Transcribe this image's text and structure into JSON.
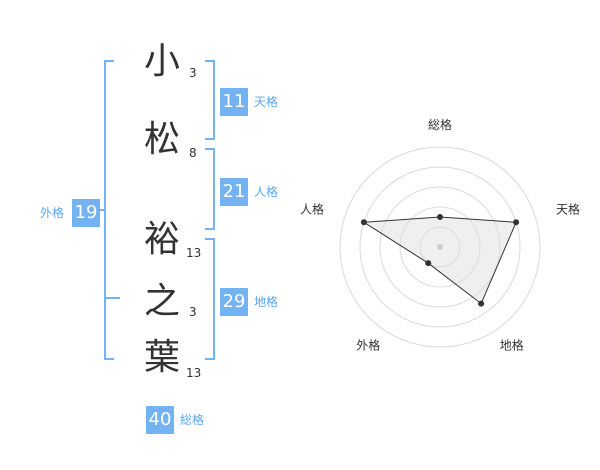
{
  "name": {
    "chars": [
      {
        "kanji": "小",
        "strokes": "3"
      },
      {
        "kanji": "松",
        "strokes": "8"
      },
      {
        "kanji": "裕",
        "strokes": "13"
      },
      {
        "kanji": "之",
        "strokes": "3"
      },
      {
        "kanji": "葉",
        "strokes": "13"
      }
    ]
  },
  "kaku": {
    "tenkaku": {
      "value": "11",
      "label": "天格"
    },
    "jinkaku": {
      "value": "21",
      "label": "人格"
    },
    "chikaku": {
      "value": "29",
      "label": "地格"
    },
    "gaikaku": {
      "value": "19",
      "label": "外格"
    },
    "soukaku": {
      "value": "40",
      "label": "総格"
    }
  },
  "colors": {
    "accent": "#74b3f2",
    "label": "#5aa8ef",
    "text": "#333333"
  },
  "chart_data": {
    "type": "radar",
    "axes": [
      "総格",
      "天格",
      "地格",
      "外格",
      "人格"
    ],
    "values": [
      1.5,
      4,
      3.5,
      1,
      4
    ],
    "max": 5
  }
}
